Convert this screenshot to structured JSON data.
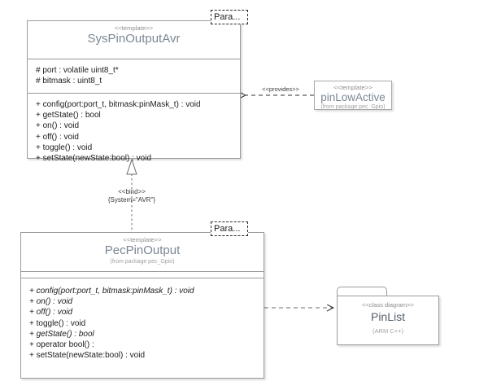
{
  "diagram": {
    "kind": "uml-class-diagram",
    "background": "#ffffff",
    "accent_title_color": "#7c8794",
    "line_color": "#9a9a9a"
  },
  "classes": [
    {
      "id": "sys-pin-output-avr",
      "stereotype": "<<template>>",
      "name": "SysPinOutputAvr",
      "package": "",
      "template_param_label": "Para...",
      "attributes": [
        {
          "text": "# port : volatile uint8_t*",
          "abstract": false
        },
        {
          "text": "# bitmask : uint8_t",
          "abstract": false
        }
      ],
      "operations": [
        {
          "text": "+ config(port:port_t, bitmask:pinMask_t) : void",
          "abstract": false
        },
        {
          "text": "+ getState() : bool",
          "abstract": false
        },
        {
          "text": "+ on() : void",
          "abstract": false
        },
        {
          "text": "+ off() : void",
          "abstract": false
        },
        {
          "text": "+ toggle() : void",
          "abstract": false
        },
        {
          "text": "+ setState(newState:bool) : void",
          "abstract": false
        }
      ]
    },
    {
      "id": "pec-pin-output",
      "stereotype": "<<template>>",
      "name": "PecPinOutput",
      "package": "(from package pec_Gpio)",
      "template_param_label": "Para...",
      "attributes": [],
      "operations": [
        {
          "text": "+ config(port:port_t, bitmask:pinMask_t) : void",
          "abstract": true
        },
        {
          "text": "+ on() : void",
          "abstract": true
        },
        {
          "text": "+ off() : void",
          "abstract": true
        },
        {
          "text": "+ toggle() : void",
          "abstract": false
        },
        {
          "text": "+ getState() : bool",
          "abstract": true
        },
        {
          "text": "+ operator bool() :",
          "abstract": false
        },
        {
          "text": "+ setState(newState:bool) : void",
          "abstract": false
        }
      ]
    }
  ],
  "template_box": {
    "id": "pin-low-active",
    "stereotype": "<<template>>",
    "name": "pinLowActive",
    "package": "(from package pec_Gpio)"
  },
  "package_shape": {
    "id": "pin-list",
    "stereotype": "<<class diagram>>",
    "name": "PinList",
    "sub_label": "(ARM C++)"
  },
  "connectors": [
    {
      "id": "provides",
      "label": "<<provides>>",
      "style": "dashed",
      "arrow": "open",
      "from": "pin-low-active",
      "to": "sys-pin-output-avr"
    },
    {
      "id": "bind",
      "label_top": "<<bind>>",
      "label_bottom": "{System=\"AVR\"}",
      "style": "dashed",
      "arrow": "hollow-triangle",
      "from": "pec-pin-output",
      "to": "sys-pin-output-avr"
    },
    {
      "id": "dependency-pinlist",
      "label": "",
      "style": "dashed",
      "arrow": "open",
      "from": "pec-pin-output",
      "to": "pin-list"
    }
  ]
}
